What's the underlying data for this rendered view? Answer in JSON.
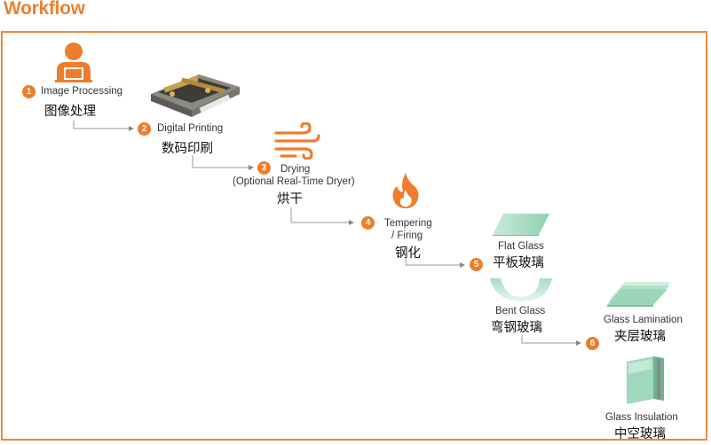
{
  "title": "Workflow",
  "steps": [
    {
      "num": "1",
      "en": "Image Processing",
      "cn": "图像处理",
      "icon": "person-laptop-icon"
    },
    {
      "num": "2",
      "en": "Digital Printing",
      "cn": "数码印刷",
      "icon": "printer-machine-icon"
    },
    {
      "num": "3",
      "en": "Drying",
      "en2": "(Optional Real-Time Dryer)",
      "cn": "烘干",
      "icon": "wind-icon"
    },
    {
      "num": "4",
      "en": "Tempering",
      "en2": "/ Firing",
      "cn": "钢化",
      "icon": "flame-icon"
    },
    {
      "num": "5"
    },
    {
      "num": "6"
    }
  ],
  "products_step5": [
    {
      "en": "Flat Glass",
      "cn": "平板玻璃",
      "icon": "flat-glass-icon"
    },
    {
      "en": "Bent Glass",
      "cn": "弯钢玻璃",
      "icon": "bent-glass-icon"
    }
  ],
  "products_step6": [
    {
      "en": "Glass Lamination",
      "cn": "夹层玻璃",
      "icon": "laminated-glass-icon"
    },
    {
      "en": "Glass Insulation",
      "cn": "中空玻璃",
      "icon": "insulated-glass-icon"
    }
  ],
  "colors": {
    "accent": "#ee7d2c",
    "frame": "#ef8a3c",
    "connector": "#888888",
    "glass": "#a6dcc0"
  }
}
